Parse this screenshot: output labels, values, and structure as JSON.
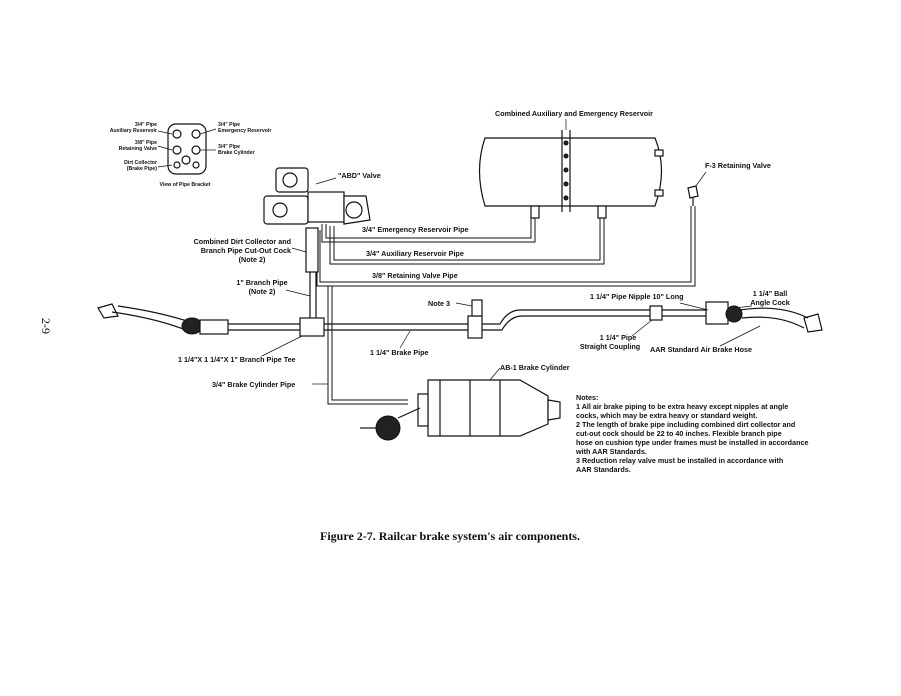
{
  "page_number": "2-9",
  "caption": "Figure 2-7.  Railcar brake system's air components.",
  "labels": {
    "reservoir": "Combined Auxiliary and Emergency Reservoir",
    "retaining_valve": "F-3 Retaining Valve",
    "abd_valve": "\"ABD\" Valve",
    "emergency_pipe": "3/4\" Emergency Reservoir Pipe",
    "auxiliary_pipe": "3/4\" Auxiliary Reservoir Pipe",
    "retaining_pipe": "3/8\" Retaining Valve Pipe",
    "dirt_collector": [
      "Combined Dirt Collector and",
      "Branch Pipe Cut-Out Cock",
      "(Note 2)"
    ],
    "branch_pipe": [
      "1\" Branch Pipe",
      "(Note 2)"
    ],
    "note3": "Note 3",
    "pipe_nipple": "1 1/4\" Pipe Nipple 10\" Long",
    "angle_cock": [
      "1 1/4\" Ball",
      "Angle Cock"
    ],
    "coupling": [
      "1 1/4\" Pipe",
      "Straight Coupling"
    ],
    "air_brake_hose": "AAR Standard Air Brake Hose",
    "brake_pipe": "1 1/4\" Brake Pipe",
    "branch_tee": "1 1/4\"X 1 1/4\"X 1\" Branch Pipe Tee",
    "cylinder_pipe": "3/4\" Brake Cylinder Pipe",
    "brake_cylinder": "AB-1 Brake Cylinder"
  },
  "bracket": {
    "aux_label": [
      "3/4\" Pipe",
      "Auxiliary Reservoir"
    ],
    "ret_label": [
      "3/8\" Pipe",
      "Retaining Valve"
    ],
    "dirt_label": [
      "Dirt Collector",
      "(Brake Pipe)"
    ],
    "emerg_label": [
      "3/4\" Pipe",
      "Emergency Reservoir"
    ],
    "cyl_label": [
      "3/4\" Pipe",
      "Brake Cylinder"
    ],
    "caption": "View of Pipe Bracket"
  },
  "notes": {
    "heading": "Notes:",
    "lines": [
      "1  All air brake piping to be extra heavy except nipples at angle",
      "    cocks, which may be extra heavy or standard weight.",
      "2  The length of brake pipe including combined dirt collector and",
      "    cut-out cock should be 22 to 40 inches.  Flexible branch pipe",
      "    hose on cushion type under frames must be installed in accordance",
      "    with AAR Standards.",
      "3  Reduction relay valve must be installed in accordance with",
      "    AAR Standards."
    ]
  }
}
